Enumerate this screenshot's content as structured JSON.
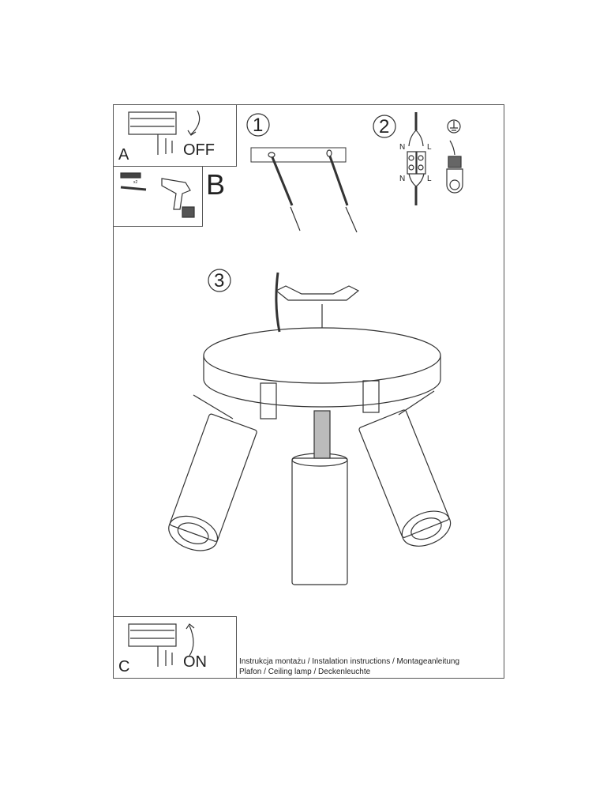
{
  "steps": {
    "a": {
      "letter": "A",
      "action": "OFF"
    },
    "b": {
      "letter": "B",
      "quantity": "x2"
    },
    "c": {
      "letter": "C",
      "action": "ON"
    },
    "step1": "1",
    "step2": "2",
    "step3": "3",
    "wiring": {
      "neutral": "N",
      "live": "L"
    }
  },
  "footer": {
    "line1": "Instrukcja montażu / Instalation instructions / Montageanleitung",
    "line2": "Plafon / Ceiling lamp / Deckenleuchte"
  }
}
